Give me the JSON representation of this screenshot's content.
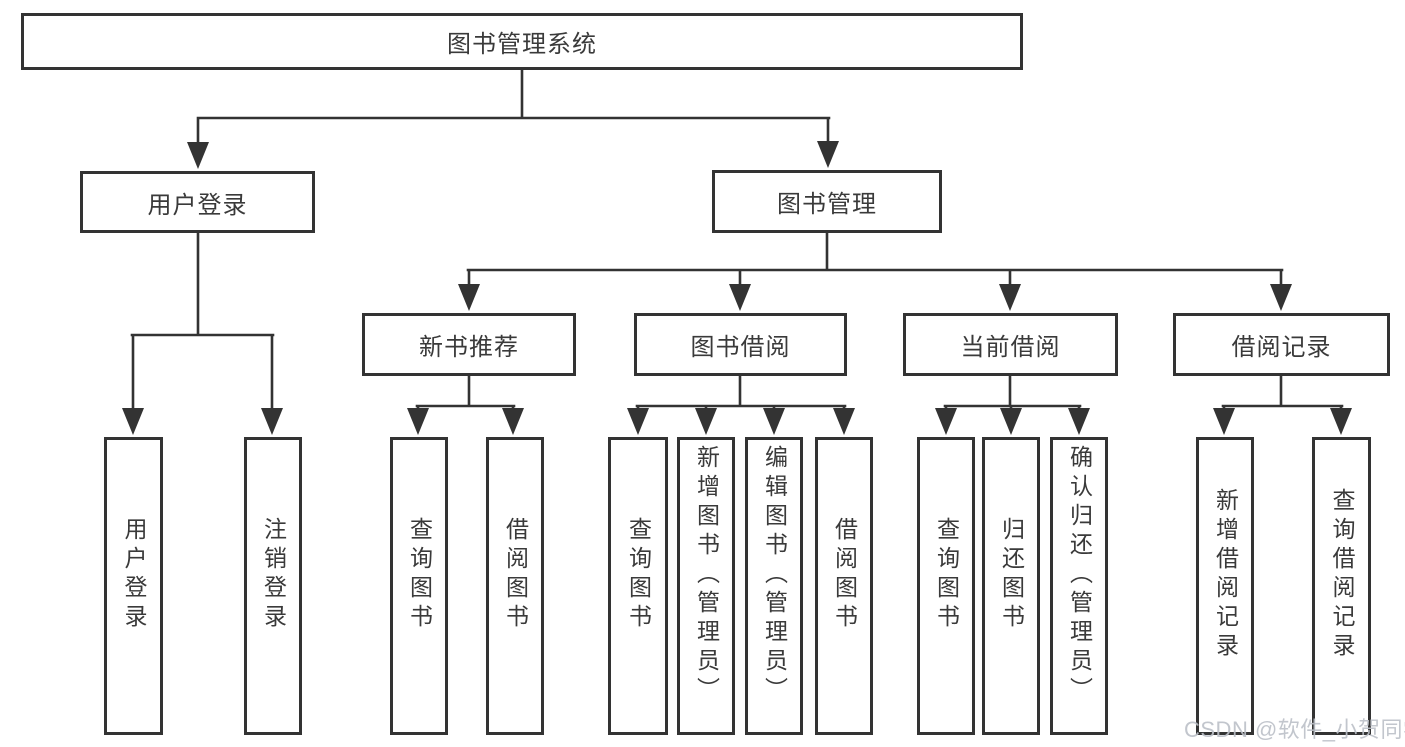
{
  "diagram": {
    "root": {
      "label": "图书管理系统"
    },
    "branches": [
      {
        "label": "用户登录",
        "leaves": [
          {
            "label": "用户登录"
          },
          {
            "label": "注销登录"
          }
        ]
      },
      {
        "label": "图书管理",
        "children": [
          {
            "label": "新书推荐",
            "leaves": [
              {
                "label": "查询图书"
              },
              {
                "label": "借阅图书"
              }
            ]
          },
          {
            "label": "图书借阅",
            "leaves": [
              {
                "label": "查询图书"
              },
              {
                "label": "新增图书（管理员）"
              },
              {
                "label": "编辑图书（管理员）"
              },
              {
                "label": "借阅图书"
              }
            ]
          },
          {
            "label": "当前借阅",
            "leaves": [
              {
                "label": "查询图书"
              },
              {
                "label": "归还图书"
              },
              {
                "label": "确认归还（管理员）"
              }
            ]
          },
          {
            "label": "借阅记录",
            "leaves": [
              {
                "label": "新增借阅记录"
              },
              {
                "label": "查询借阅记录"
              }
            ]
          }
        ]
      }
    ]
  },
  "watermark": {
    "label": "CSDN @软件_小贺同学"
  },
  "colors": {
    "line": "#333333",
    "box_border": "#333333",
    "text": "#3a3a3a",
    "background": "#ffffff",
    "watermark": "#bcc0c8"
  }
}
